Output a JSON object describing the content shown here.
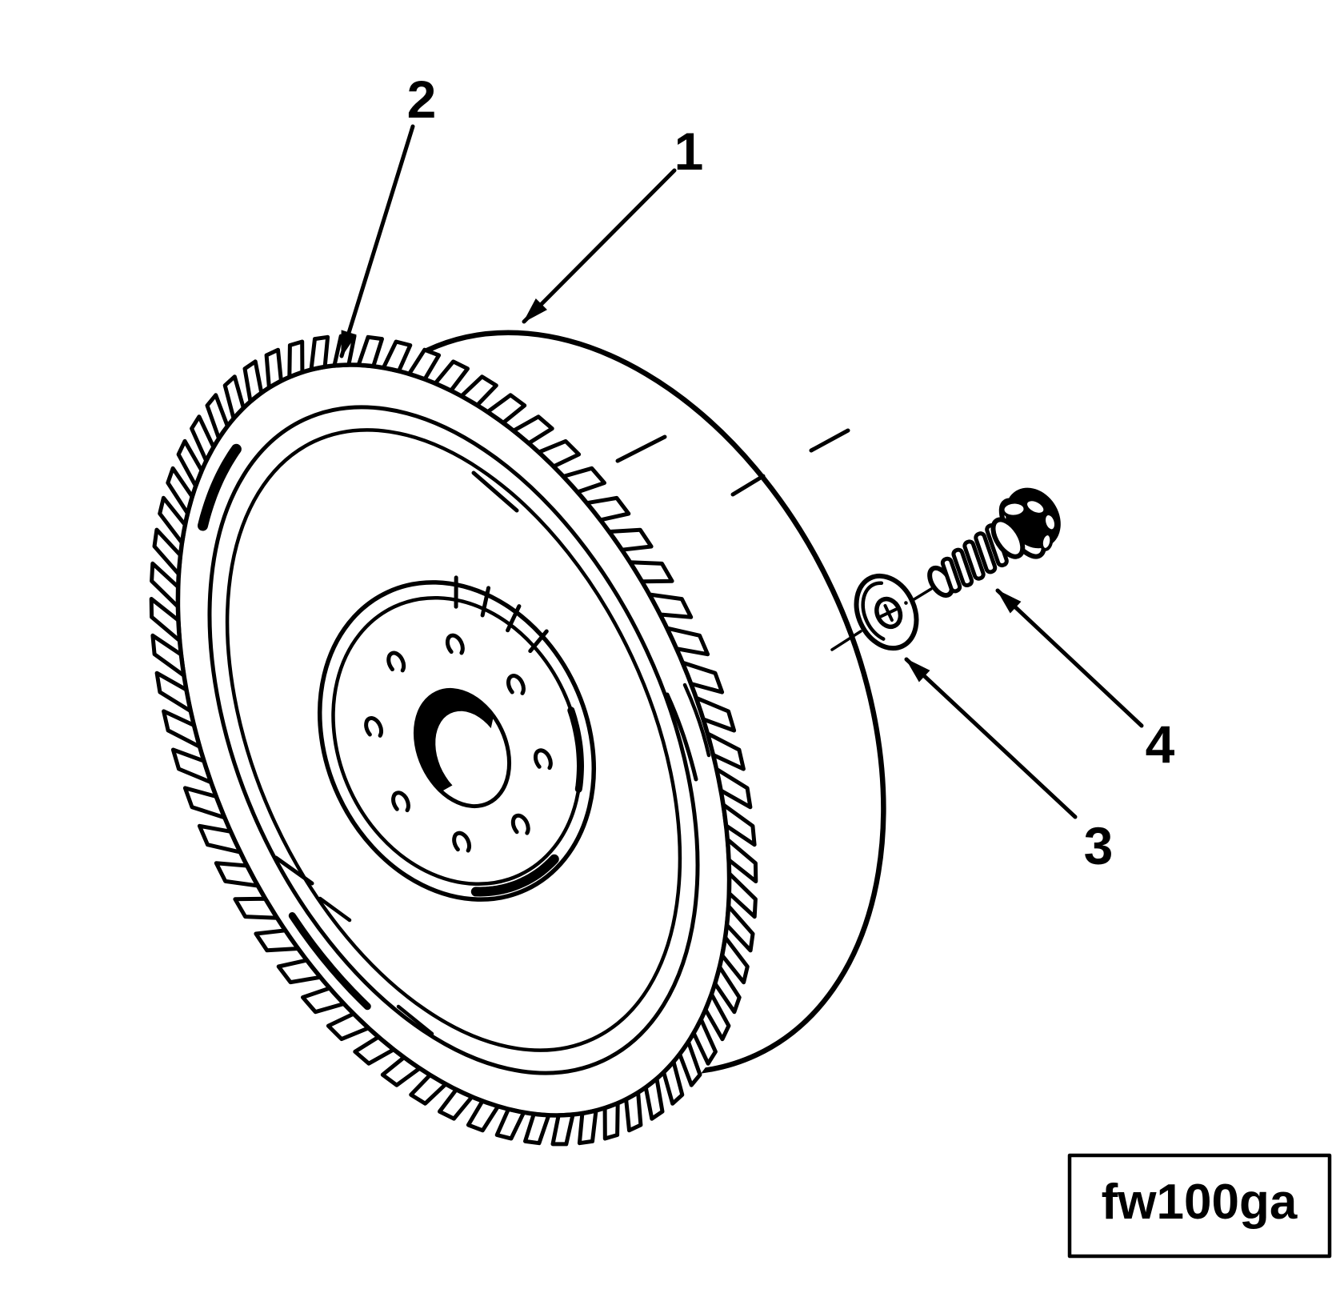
{
  "figure": {
    "code_label": "fw100ga",
    "ink": "#000000",
    "paper": "#ffffff"
  },
  "callouts": [
    {
      "number": "1"
    },
    {
      "number": "2"
    },
    {
      "number": "3"
    },
    {
      "number": "4"
    }
  ]
}
